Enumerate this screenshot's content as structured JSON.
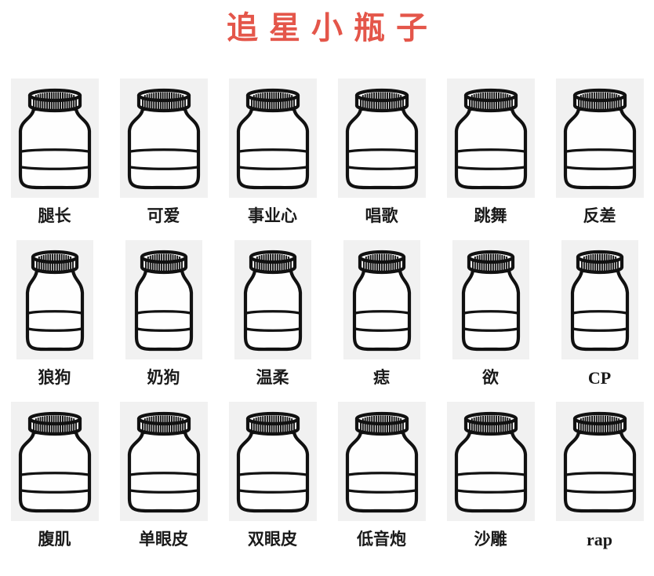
{
  "page": {
    "title": "追星小瓶子",
    "background_color": "#ffffff",
    "title_color": "#e4564a",
    "jar_plate_color": "#f1f1f1",
    "outline_color": "#111111",
    "caption_color": "#1a1a1a"
  },
  "grid": {
    "columns": 6,
    "rows": 3,
    "items": [
      {
        "label": "腿长",
        "icon": "jar-icon",
        "script": "cjk",
        "shape": "wide"
      },
      {
        "label": "可爱",
        "icon": "jar-icon",
        "script": "cjk",
        "shape": "wide"
      },
      {
        "label": "事业心",
        "icon": "jar-icon",
        "script": "cjk",
        "shape": "wide"
      },
      {
        "label": "唱歌",
        "icon": "jar-icon",
        "script": "cjk",
        "shape": "wide"
      },
      {
        "label": "跳舞",
        "icon": "jar-icon",
        "script": "cjk",
        "shape": "wide"
      },
      {
        "label": "反差",
        "icon": "jar-icon",
        "script": "cjk",
        "shape": "wide"
      },
      {
        "label": "狼狗",
        "icon": "jar-icon",
        "script": "cjk",
        "shape": "narrow"
      },
      {
        "label": "奶狗",
        "icon": "jar-icon",
        "script": "cjk",
        "shape": "narrow"
      },
      {
        "label": "温柔",
        "icon": "jar-icon",
        "script": "cjk",
        "shape": "narrow"
      },
      {
        "label": "痣",
        "icon": "jar-icon",
        "script": "cjk",
        "shape": "narrow"
      },
      {
        "label": "欲",
        "icon": "jar-icon",
        "script": "cjk",
        "shape": "narrow"
      },
      {
        "label": "CP",
        "icon": "jar-icon",
        "script": "latin",
        "shape": "narrow"
      },
      {
        "label": "腹肌",
        "icon": "jar-icon",
        "script": "cjk",
        "shape": "wide"
      },
      {
        "label": "单眼皮",
        "icon": "jar-icon",
        "script": "cjk",
        "shape": "wide"
      },
      {
        "label": "双眼皮",
        "icon": "jar-icon",
        "script": "cjk",
        "shape": "wide"
      },
      {
        "label": "低音炮",
        "icon": "jar-icon",
        "script": "cjk",
        "shape": "wide"
      },
      {
        "label": "沙雕",
        "icon": "jar-icon",
        "script": "cjk",
        "shape": "wide"
      },
      {
        "label": "rap",
        "icon": "jar-icon",
        "script": "latin",
        "shape": "wide"
      }
    ]
  }
}
